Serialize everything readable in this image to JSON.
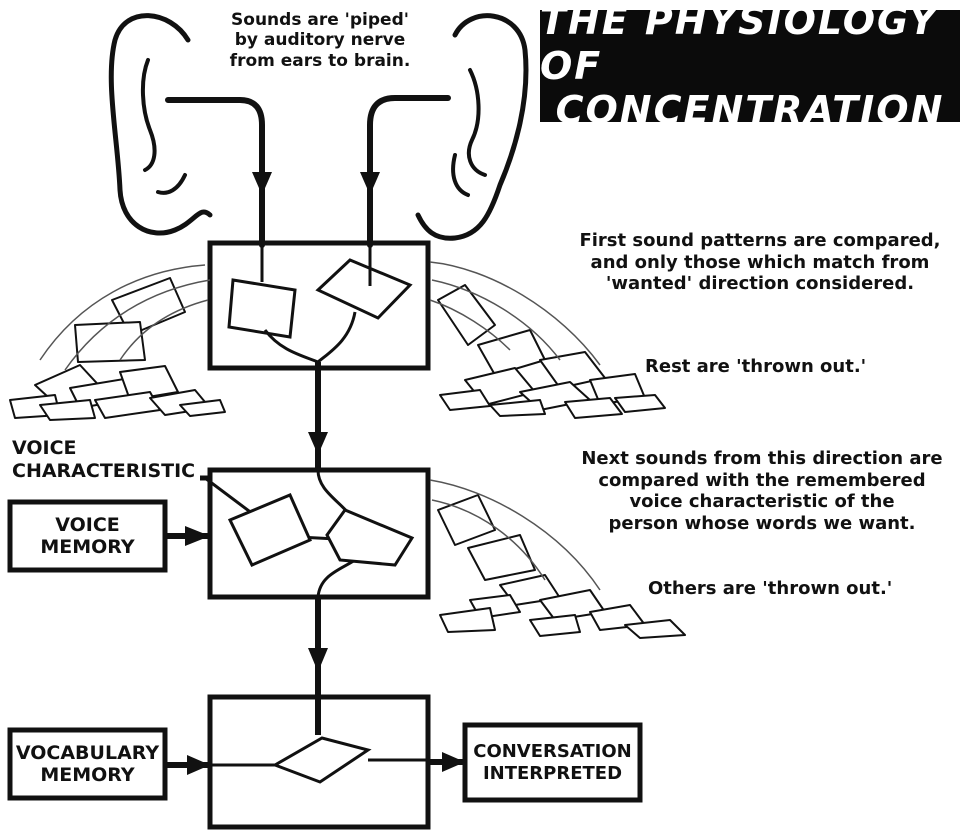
{
  "title": {
    "line1": "THE PHYSIOLOGY OF",
    "line2": "CONCENTRATION"
  },
  "top_caption": {
    "line1": "Sounds are 'piped'",
    "line2": "by auditory nerve",
    "line3": "from ears to brain."
  },
  "notes": {
    "first_compare": {
      "line1": "First sound patterns are compared,",
      "line2": "and only those which match from",
      "line3": "'wanted' direction considered."
    },
    "rest_thrown": "Rest are 'thrown out.'",
    "next_sounds": {
      "line1": "Next sounds from this direction are",
      "line2": "compared with the remembered",
      "line3": "voice characteristic of the",
      "line4": "person whose words we want."
    },
    "others_thrown": "Others are 'thrown out.'"
  },
  "labels": {
    "voice_characteristic": {
      "line1": "VOICE",
      "line2": "CHARACTERISTIC"
    },
    "voice_memory": {
      "line1": "VOICE",
      "line2": "MEMORY"
    },
    "vocabulary_memory": {
      "line1": "VOCABULARY",
      "line2": "MEMORY"
    },
    "conversation_interpreted": {
      "line1": "CONVERSATION",
      "line2": "INTERPRETED"
    }
  }
}
